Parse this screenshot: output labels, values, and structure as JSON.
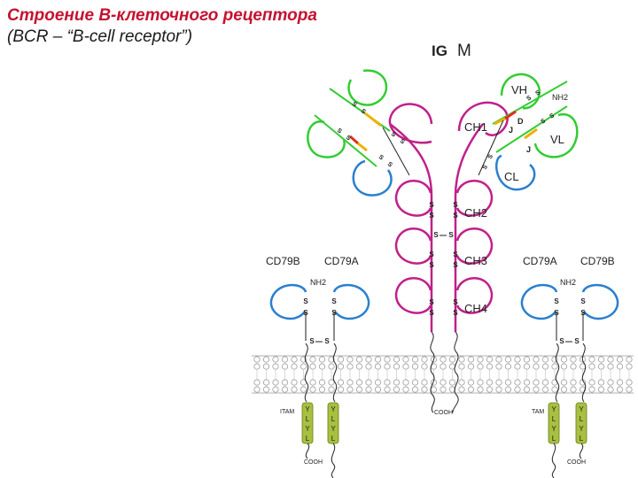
{
  "title": "Строение В-клеточного рецептора",
  "subtitle": "(BCR – “B-cell receptor”)",
  "diagram": {
    "header": {
      "ig": "IG",
      "class": "M"
    },
    "heavy_chain_domains": [
      "VH",
      "CH1",
      "CH2",
      "CH3",
      "CH4"
    ],
    "light_chain_domains": [
      "VL",
      "CL"
    ],
    "segment_labels": {
      "d": "D",
      "j": "J",
      "nh2": "NH2",
      "cooh": "COOH",
      "s": "S"
    },
    "coreceptors": {
      "left": {
        "a": "CD79B",
        "b": "CD79A"
      },
      "right": {
        "a": "CD79A",
        "b": "CD79B"
      }
    },
    "itam": {
      "label_left": "ITAM",
      "label_right": "TAM",
      "motif": [
        "Y",
        "L",
        "Y",
        "L"
      ]
    },
    "colors": {
      "heavy_chain": "#c0208a",
      "variable_domain": "#33cc33",
      "constant_light": "#2a7fd0",
      "cd79": "#2a7fd0",
      "d_segment": "#e03020",
      "j_segment": "#f0b000",
      "itam_box": "#a8c040",
      "membrane": "#9a9a9a"
    }
  }
}
